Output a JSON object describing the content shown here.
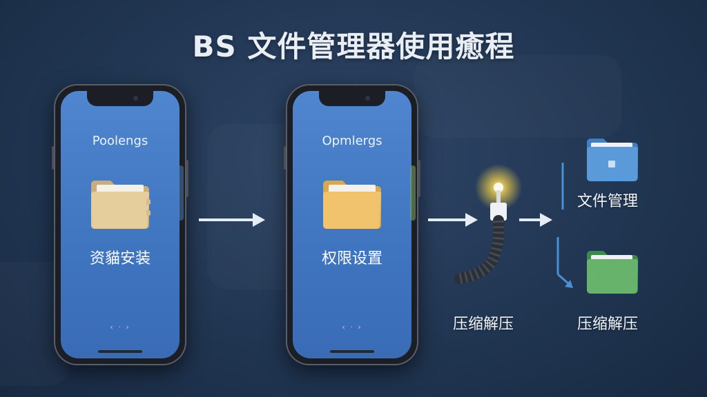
{
  "title": "BS 文件管理器使用癒程",
  "phones": [
    {
      "heading": "Poolengs",
      "label": "资貓安装",
      "dots": "‹ · ›",
      "folder_color": "#e8cfa0"
    },
    {
      "heading": "Opmlergs",
      "label": "权限设置",
      "dots": "‹ · ›",
      "folder_color": "#f0c470"
    }
  ],
  "middle_label": "压缩解压",
  "branches": [
    {
      "label": "文件管理",
      "folder_color": "#5a9ad8"
    },
    {
      "label": "压缩解压",
      "folder_color": "#67b36c"
    }
  ],
  "colors": {
    "background": "#213652",
    "screen": "#4a7fca",
    "accent_line": "#4b8fd4"
  }
}
